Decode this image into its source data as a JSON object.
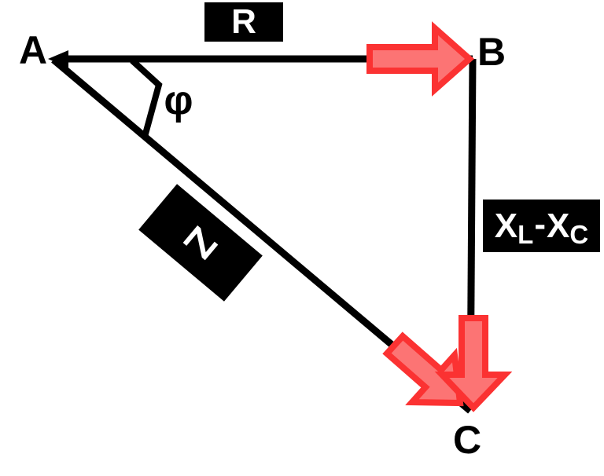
{
  "diagram": {
    "vertex_labels": {
      "a": "A",
      "b": "B",
      "c": "C"
    },
    "angle_label": "φ",
    "side_labels": {
      "resistance": "R",
      "impedance": "Z",
      "reactance": {
        "base1": "X",
        "sub1": "L",
        "operator": "-",
        "base2": "X",
        "sub2": "C"
      }
    },
    "colors": {
      "line": "#000000",
      "label_background": "#000000",
      "label_text": "#ffffff",
      "arrow_outline": "#fb3232",
      "arrow_fill": "#fc7474",
      "background": "#ffffff"
    }
  }
}
